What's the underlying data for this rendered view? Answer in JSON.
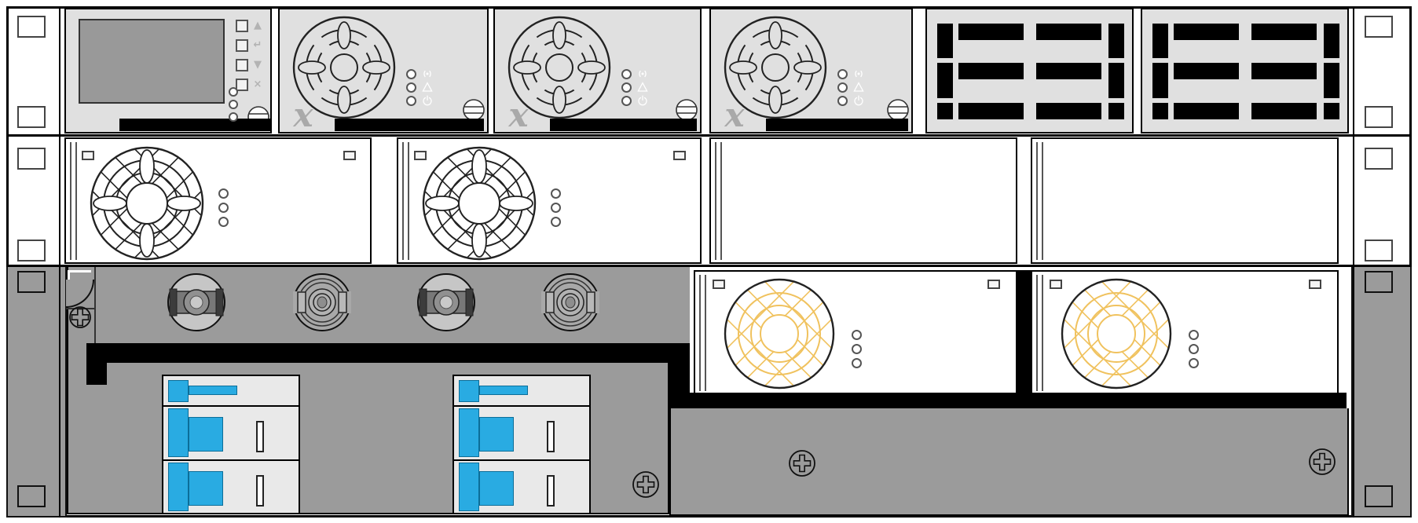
{
  "device": {
    "kind": "rack-mounted power system, front elevation",
    "glyph_label": "E3"
  },
  "colors": {
    "module_gray": "#e0e0e0",
    "panel_gray": "#9b9b9b",
    "screen_gray": "#999999",
    "accent_blue": "#29abe2",
    "fan_yellow": "#f0c25e",
    "breaker_bg": "#e9e9e9",
    "black": "#000000",
    "white": "#ffffff"
  },
  "row1": {
    "control_module": {
      "has_screen": true,
      "buttons": [
        {
          "icon": "up-arrow-icon",
          "glyph": "▲"
        },
        {
          "icon": "enter-icon",
          "glyph": "↵"
        },
        {
          "icon": "down-arrow-icon",
          "glyph": "▼"
        },
        {
          "icon": "cancel-icon",
          "glyph": "×"
        }
      ],
      "led_count": 3
    },
    "fan_modules": [
      {
        "leds": [
          "signal",
          "warning",
          "power"
        ],
        "has_logo": true
      },
      {
        "leds": [
          "signal",
          "warning",
          "power"
        ],
        "has_logo": true
      },
      {
        "leds": [
          "signal",
          "warning",
          "power"
        ],
        "has_logo": true
      }
    ],
    "segment_displays": [
      {
        "glyph": "E3"
      },
      {
        "glyph": "E3"
      }
    ]
  },
  "row2": {
    "trays": [
      {
        "fan": true,
        "led_count": 3
      },
      {
        "fan": true,
        "led_count": 3
      },
      {
        "fan": false,
        "led_count": 0
      },
      {
        "fan": false,
        "led_count": 0
      }
    ]
  },
  "row3": {
    "connectors": [
      {
        "type": "camlock"
      },
      {
        "type": "twistlock"
      },
      {
        "type": "camlock"
      },
      {
        "type": "twistlock"
      }
    ],
    "breaker_banks": [
      {
        "poles": 2,
        "has_flag_row": true
      },
      {
        "poles": 2,
        "has_flag_row": true
      }
    ],
    "fan_trays": [
      {
        "fan": true,
        "fan_color": "yellow",
        "led_count": 3
      },
      {
        "fan": true,
        "fan_color": "yellow",
        "led_count": 3
      }
    ],
    "panel_screws": 4
  }
}
